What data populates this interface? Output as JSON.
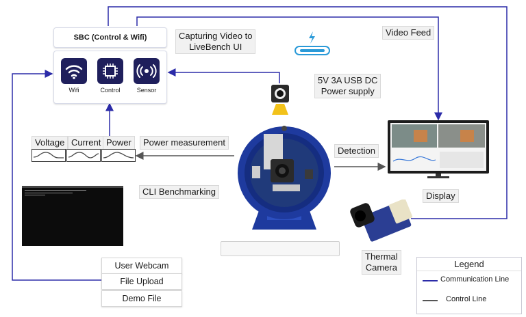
{
  "sbc": {
    "title": "SBC (Control & Wifi)",
    "modules": [
      {
        "label": "Wifi",
        "icon": "wifi-icon"
      },
      {
        "label": "Control",
        "icon": "chip-icon"
      },
      {
        "label": "Sensor",
        "icon": "sensor-icon"
      }
    ]
  },
  "labels": {
    "capturing_line1": "Capturing Video to",
    "capturing_line2": "LiveBench UI",
    "usb_line1": "5V 3A USB DC",
    "usb_line2": "Power supply",
    "video_feed": "Video Feed",
    "power_measurement": "Power measurement",
    "detection": "Detection",
    "display": "Display",
    "cli_benchmarking": "CLI Benchmarking",
    "thermal_line1": "Thermal",
    "thermal_line2": "Camera"
  },
  "measurements": [
    "Voltage",
    "Current",
    "Power"
  ],
  "inputs": [
    "User Webcam",
    "File Upload",
    "Demo File"
  ],
  "legend": {
    "title": "Legend",
    "items": [
      {
        "label": "Communication Line",
        "color": "#2b2ba8"
      },
      {
        "label": "Control Line",
        "color": "#555555"
      }
    ]
  },
  "colors": {
    "communication": "#2b2ba8",
    "control": "#555555",
    "device_blue": "#1e3a9e",
    "tile": "#1f1f5c"
  }
}
